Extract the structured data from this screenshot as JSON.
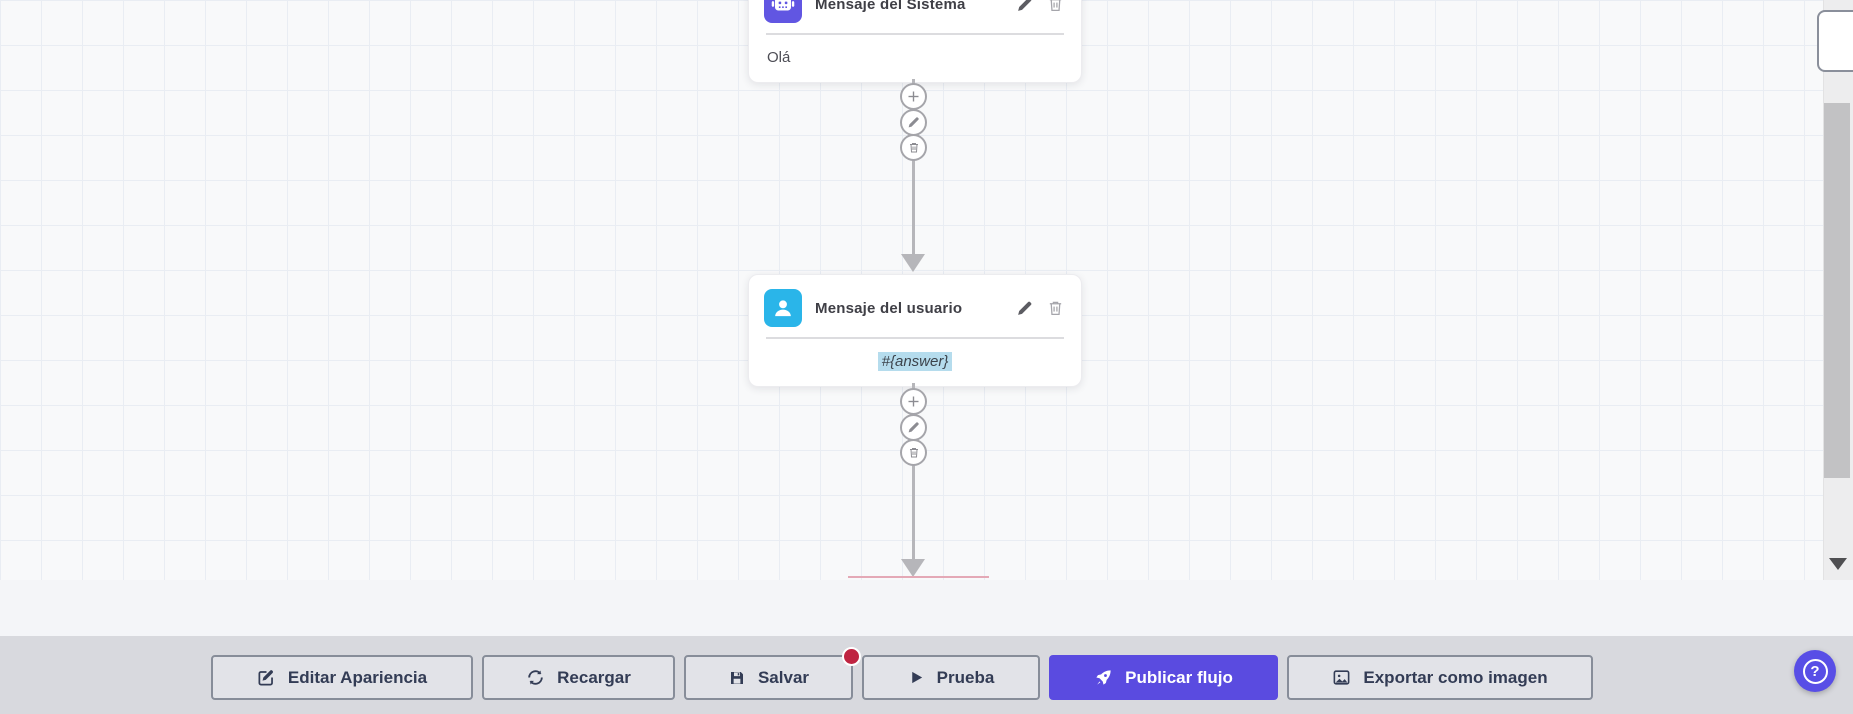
{
  "canvas": {
    "nodes": [
      {
        "title": "Mensaje del Sistema",
        "body": "Olá",
        "icon": "robot-icon",
        "icon_color": "#6156e2",
        "actions": [
          "edit-icon",
          "trash-icon"
        ]
      },
      {
        "title": "Mensaje del usuario",
        "body": "#{answer}",
        "icon": "user-icon",
        "icon_color": "#2ab5e9",
        "body_highlight_color": "#b5dced",
        "actions": [
          "edit-icon",
          "trash-icon"
        ]
      }
    ],
    "node_stack_actions": [
      "add-icon",
      "edit-icon",
      "trash-icon"
    ],
    "connector_color": "#b6b6ba",
    "grid_color": "#e9edf3",
    "next_node_edge_color": "#e4a9b6"
  },
  "toolbar": {
    "buttons": [
      {
        "label": "Editar Apariencia",
        "icon": "edit-appearance-icon"
      },
      {
        "label": "Recargar",
        "icon": "refresh-icon"
      },
      {
        "label": "Salvar",
        "icon": "save-icon",
        "badge": "unsaved-dot"
      },
      {
        "label": "Prueba",
        "icon": "play-icon"
      },
      {
        "label": "Publicar flujo",
        "icon": "rocket-icon",
        "accent_color": "#5a4be0"
      },
      {
        "label": "Exportar como imagen",
        "icon": "image-icon"
      }
    ],
    "badge_color": "#bf2441"
  },
  "help": {
    "label": "?",
    "color": "#584ee6"
  }
}
